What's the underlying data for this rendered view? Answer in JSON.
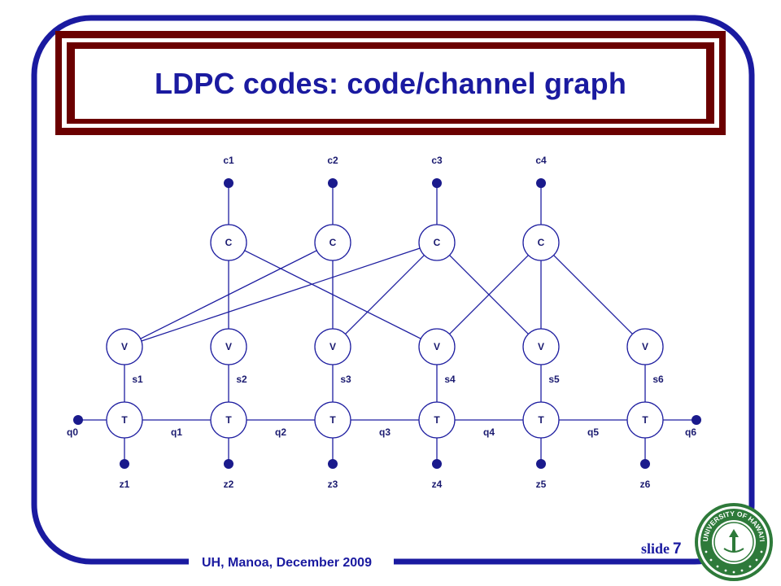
{
  "title": "LDPC codes: code/channel graph",
  "footer": "UH, Manoa, December 2009",
  "slide_label": "slide",
  "slide_number": "7",
  "colors": {
    "frame_blue": "#1a1aa0",
    "title_maroon": "#6b0000",
    "graph_line": "#1e1ea0",
    "node_fill": "#1a1a8c",
    "seal_green": "#2e7a3a"
  },
  "graph": {
    "check_nodes": [
      {
        "label": "C",
        "output": "c1"
      },
      {
        "label": "C",
        "output": "c2"
      },
      {
        "label": "C",
        "output": "c3"
      },
      {
        "label": "C",
        "output": "c4"
      }
    ],
    "variable_nodes": [
      {
        "label": "V",
        "symbol": "s1"
      },
      {
        "label": "V",
        "symbol": "s2"
      },
      {
        "label": "V",
        "symbol": "s3"
      },
      {
        "label": "V",
        "symbol": "s4"
      },
      {
        "label": "V",
        "symbol": "s5"
      },
      {
        "label": "V",
        "symbol": "s6"
      }
    ],
    "trellis_nodes": [
      {
        "label": "T",
        "output": "z1"
      },
      {
        "label": "T",
        "output": "z2"
      },
      {
        "label": "T",
        "output": "z3"
      },
      {
        "label": "T",
        "output": "z4"
      },
      {
        "label": "T",
        "output": "z5"
      },
      {
        "label": "T",
        "output": "z6"
      }
    ],
    "states": [
      "q0",
      "q1",
      "q2",
      "q3",
      "q4",
      "q5",
      "q6"
    ],
    "edges": [
      [
        0,
        1
      ],
      [
        0,
        3
      ],
      [
        1,
        2
      ],
      [
        1,
        0
      ],
      [
        2,
        0
      ],
      [
        2,
        4
      ],
      [
        2,
        2
      ],
      [
        3,
        5
      ],
      [
        3,
        3
      ],
      [
        3,
        4
      ]
    ]
  },
  "seal": {
    "ring_text": "UNIVERSITY OF HAWAI'I"
  }
}
